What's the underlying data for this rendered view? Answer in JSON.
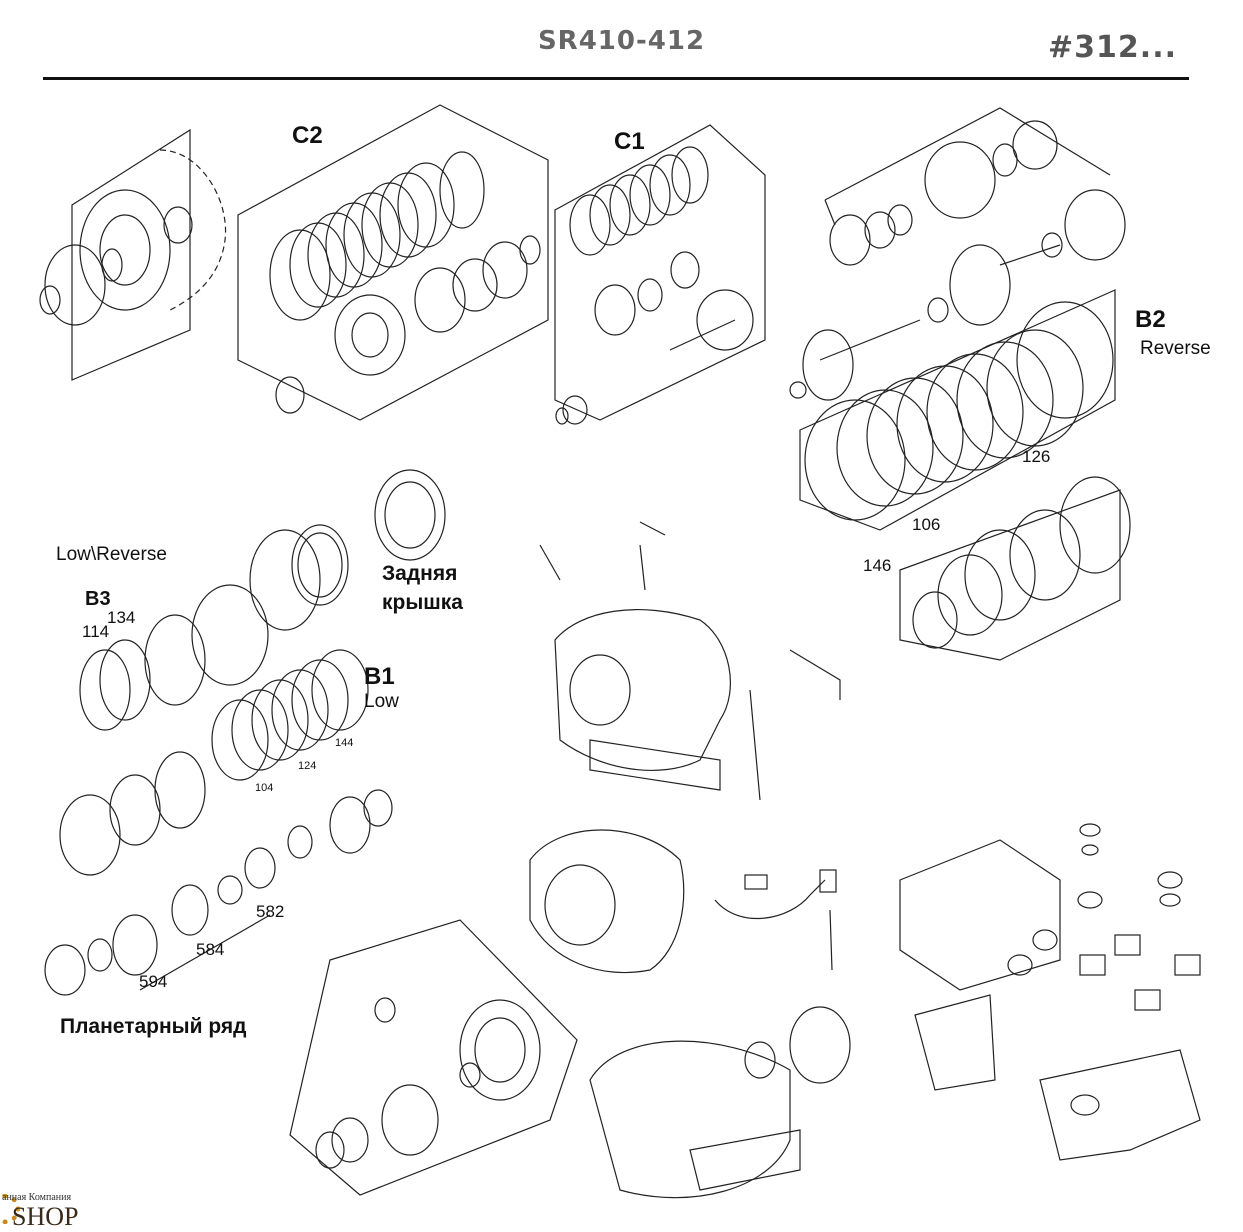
{
  "header": {
    "model": "SR410-412",
    "code": "#312..."
  },
  "groups": {
    "c2": "C2",
    "c1": "C1",
    "b2": "B2",
    "b2_sub": "Reverse",
    "b1": "B1",
    "b1_sub": "Low",
    "b3": "B3",
    "low_reverse": "Low\\Reverse",
    "rear_cover_1": "Задняя",
    "rear_cover_2": "крышка",
    "planetary": "Планетарный ряд"
  },
  "callouts": {
    "n126a": "126",
    "n106a": "106",
    "n146": "146",
    "n114": "114",
    "n134": "134",
    "n144": "144",
    "n124": "124",
    "n104": "104",
    "n582": "582",
    "n584": "584",
    "n594": "594"
  },
  "logo": {
    "small_text": "анная Компания",
    "shop_text": "SHOP"
  }
}
